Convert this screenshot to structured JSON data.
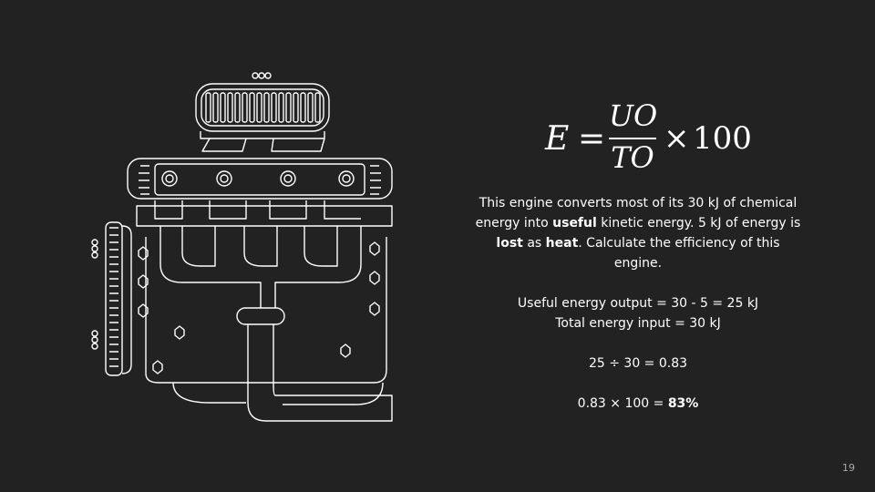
{
  "formula": {
    "lhs": "E",
    "eq": "=",
    "numerator": "UO",
    "denominator": "TO",
    "times": "×",
    "multiplier": "100"
  },
  "problem": {
    "p1": "This engine converts most of its 30 kJ of chemical energy into ",
    "b1": "useful",
    "p2": " kinetic energy. 5 kJ of energy is ",
    "b2": "lost",
    "p3": " as ",
    "b3": "heat",
    "p4": ". Calculate the efficiency of this engine."
  },
  "working": {
    "useful_line": "Useful energy output = 30 - 5 = 25 kJ",
    "total_line": "Total energy input = 30 kJ",
    "division_line": "25 ÷ 30 = 0.83",
    "result_prefix": "0.83 × 100 = ",
    "result_value": "83%"
  },
  "page_number": "19",
  "colors": {
    "background": "#222222",
    "foreground": "#ffffff"
  },
  "icons": {
    "engine": "engine-line-drawing"
  }
}
